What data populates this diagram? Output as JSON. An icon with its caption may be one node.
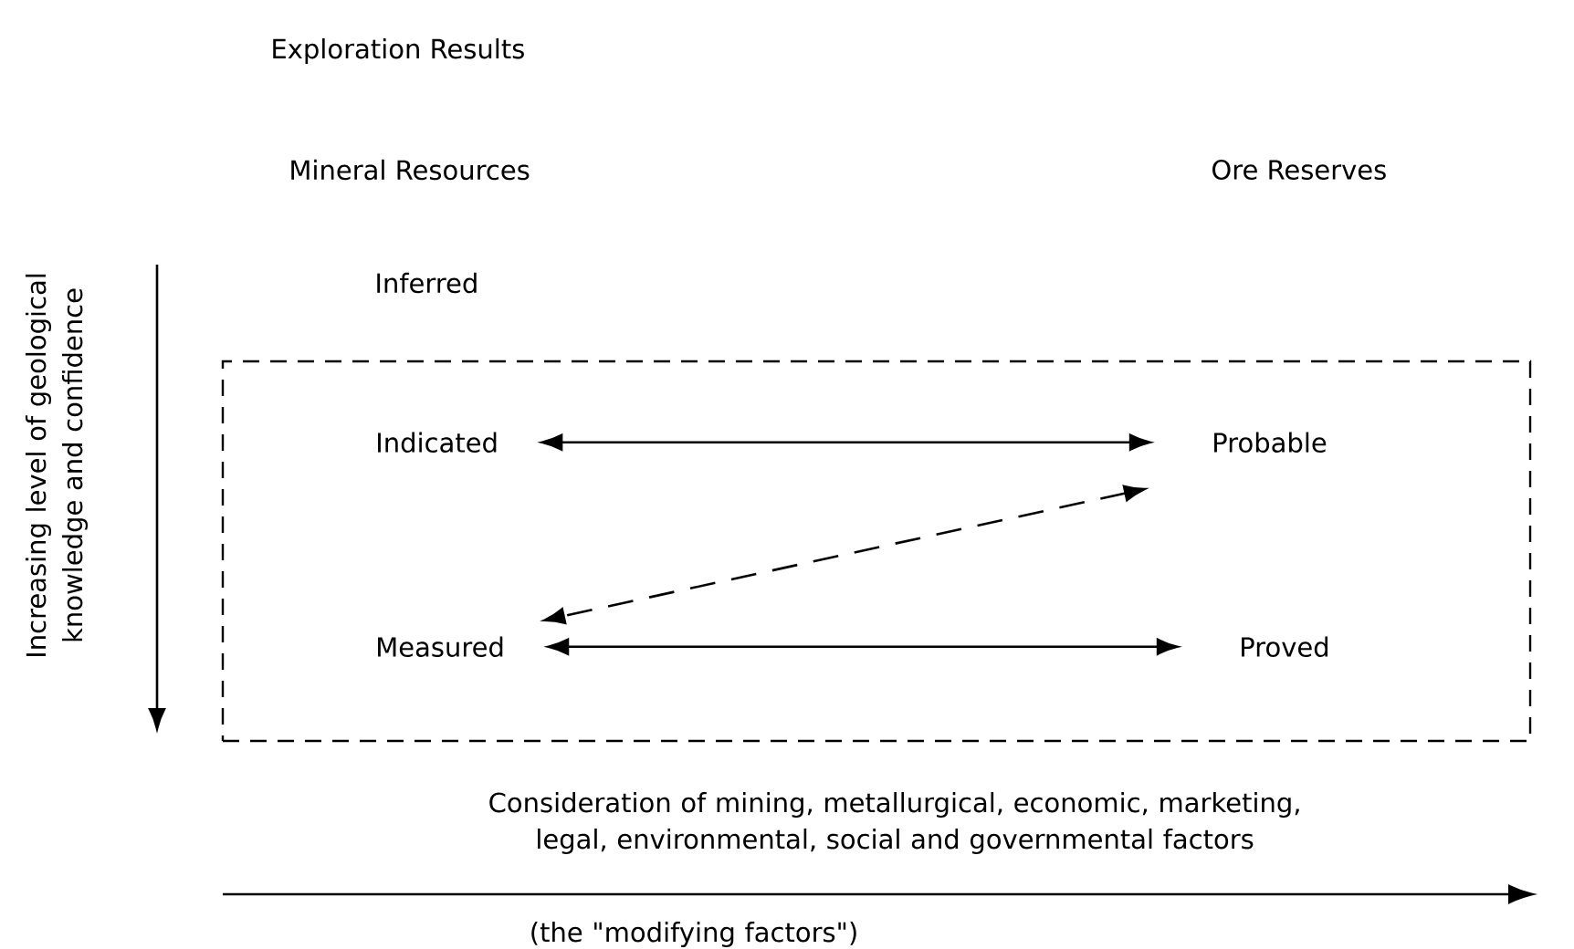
{
  "diagram": {
    "nodes": [
      {
        "text": [],
        "shape": "box"
      },
      {
        "text": [
          "Indicated"
        ],
        "in": 0
      },
      {
        "text": [
          "Probable"
        ],
        "in": 0
      },
      {
        "text": [
          "Measured"
        ],
        "in": 0
      },
      {
        "text": [
          "Proved"
        ],
        "in": 0
      }
    ],
    "edges": [
      {
        "from": 1,
        "to": 2,
        "arrow": "both"
      },
      {
        "from": 2,
        "to": 3,
        "arrow": "both",
        "style": "dashed"
      },
      {
        "from": 3,
        "to": 4,
        "arrow": "both"
      }
    ],
    "labels": [
      "Exploration Results",
      "Mineral Resources",
      "Ore Reserves",
      "Increasing level of geological knowledge and confidence",
      "Inferred",
      "Consideration of mining, metallurgical, economic, marketing, legal, environmental, social and governmental factors",
      "(the \"modifying factors\")"
    ]
  }
}
